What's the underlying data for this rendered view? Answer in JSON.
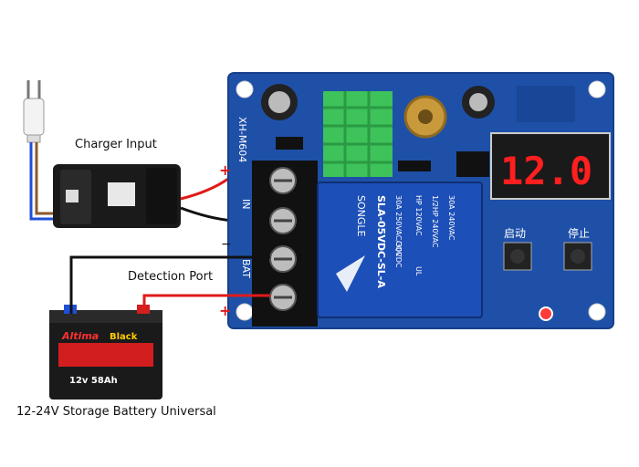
{
  "labels": {
    "charger_input": "Charger Input",
    "detection_port": "Detection Port",
    "battery_caption": "12-24V Storage Battery Universal"
  },
  "board": {
    "model": "XH-M604",
    "display_value": "12.0",
    "terminal_in": "IN",
    "terminal_bat": "BAT",
    "button_start": "启动",
    "button_stop": "停止",
    "relay_brand": "SONGLE",
    "relay_model": "SLA-05VDC-SL-A",
    "relay_spec_1": "30A 250VAC/30VDC",
    "relay_spec_2": "HP 120VAC",
    "relay_spec_3": "1/2HP 240VAC",
    "relay_spec_4": "30A 240VAC",
    "relay_cqc": "CQC",
    "relay_ul": "UL",
    "plus_sign": "+",
    "minus_sign": "−"
  },
  "battery": {
    "brand": "Altima",
    "brand2": "Black",
    "spec": "12v 58Ah"
  },
  "colors": {
    "pcb": "#1e50a8",
    "pcb_edge": "#163f8a",
    "terminal": "#111111",
    "wire_red": "#e01a1a",
    "wire_black": "#111111",
    "wire_blue": "#1f4fd6",
    "wire_brown": "#8a5a2b",
    "display_red": "#ff1f1f",
    "heatsink": "#3ec25a",
    "relay": "#1d4fb8",
    "battery_red": "#d21e1e"
  }
}
